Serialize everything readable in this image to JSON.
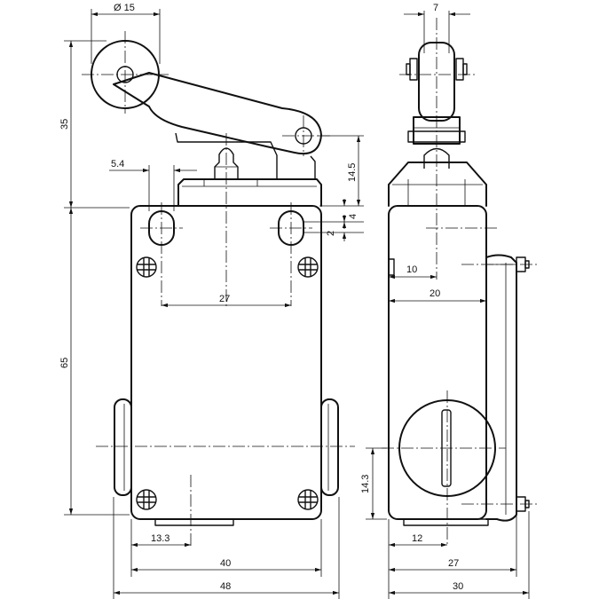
{
  "front_view": {
    "roller_diameter": "Ø 15",
    "height_actuator": "35",
    "height_body": "65",
    "hole_offset": "5.4",
    "plunger_height": "14.5",
    "slot_height": "4",
    "slot_width": "2",
    "hole_spacing": "27",
    "bottom_hole_offset": "13.3",
    "body_width": "40",
    "total_width": "48"
  },
  "side_view": {
    "roller_width": "7",
    "offset_a": "10",
    "offset_b": "20",
    "lower_height": "14.3",
    "bottom_offset": "12",
    "depth_body": "27",
    "depth_total": "30"
  }
}
